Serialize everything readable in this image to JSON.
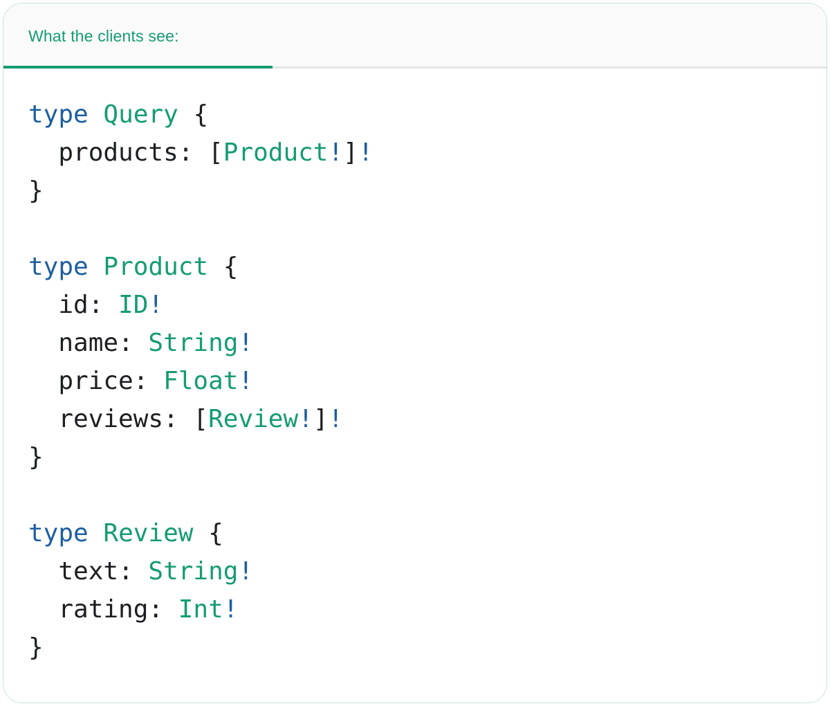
{
  "panel": {
    "tab": {
      "label": "What the clients see:"
    }
  },
  "colors": {
    "accent_green": "#149C72",
    "keyword_blue": "#1D5FA0",
    "code_text": "#1C1E21",
    "header_bg": "#FAFAFA",
    "divider_gray": "#E5E5E5",
    "card_border": "#CCE3D6"
  },
  "code": {
    "language": "graphql",
    "lines": [
      [
        {
          "c": "keyword",
          "s": "type"
        },
        {
          "c": "plain",
          "s": " "
        },
        {
          "c": "typename",
          "s": "Query"
        },
        {
          "c": "plain",
          "s": " {"
        }
      ],
      [
        {
          "c": "plain",
          "s": "  products: ["
        },
        {
          "c": "typename",
          "s": "Product"
        },
        {
          "c": "bang",
          "s": "!"
        },
        {
          "c": "plain",
          "s": "]"
        },
        {
          "c": "bang",
          "s": "!"
        }
      ],
      [
        {
          "c": "plain",
          "s": "}"
        }
      ],
      [],
      [
        {
          "c": "keyword",
          "s": "type"
        },
        {
          "c": "plain",
          "s": " "
        },
        {
          "c": "typename",
          "s": "Product"
        },
        {
          "c": "plain",
          "s": " {"
        }
      ],
      [
        {
          "c": "plain",
          "s": "  id: "
        },
        {
          "c": "typename",
          "s": "ID"
        },
        {
          "c": "bang",
          "s": "!"
        }
      ],
      [
        {
          "c": "plain",
          "s": "  name: "
        },
        {
          "c": "typename",
          "s": "String"
        },
        {
          "c": "bang",
          "s": "!"
        }
      ],
      [
        {
          "c": "plain",
          "s": "  price: "
        },
        {
          "c": "typename",
          "s": "Float"
        },
        {
          "c": "bang",
          "s": "!"
        }
      ],
      [
        {
          "c": "plain",
          "s": "  reviews: ["
        },
        {
          "c": "typename",
          "s": "Review"
        },
        {
          "c": "bang",
          "s": "!"
        },
        {
          "c": "plain",
          "s": "]"
        },
        {
          "c": "bang",
          "s": "!"
        }
      ],
      [
        {
          "c": "plain",
          "s": "}"
        }
      ],
      [],
      [
        {
          "c": "keyword",
          "s": "type"
        },
        {
          "c": "plain",
          "s": " "
        },
        {
          "c": "typename",
          "s": "Review"
        },
        {
          "c": "plain",
          "s": " {"
        }
      ],
      [
        {
          "c": "plain",
          "s": "  text: "
        },
        {
          "c": "typename",
          "s": "String"
        },
        {
          "c": "bang",
          "s": "!"
        }
      ],
      [
        {
          "c": "plain",
          "s": "  rating: "
        },
        {
          "c": "typename",
          "s": "Int"
        },
        {
          "c": "bang",
          "s": "!"
        }
      ],
      [
        {
          "c": "plain",
          "s": "}"
        }
      ]
    ]
  }
}
